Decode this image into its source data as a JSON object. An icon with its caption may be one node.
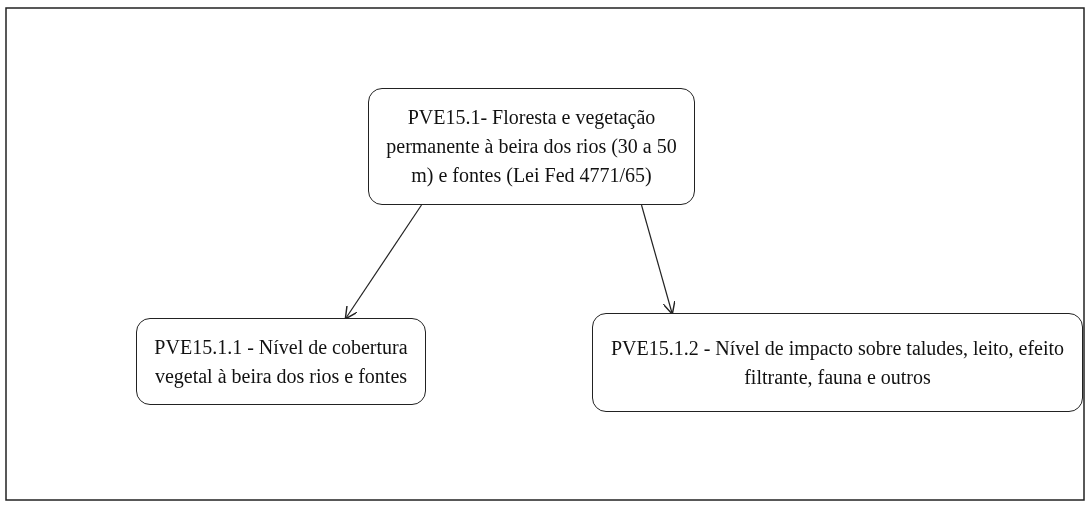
{
  "diagram": {
    "nodes": [
      {
        "text": [
          "PVE15.1- Floresta e vegetação permanente à beira dos rios (30 a 50 m) e fontes (Lei Fed 4771/65)"
        ]
      },
      {
        "text": [
          "PVE15.1.1 - Nível de cobertura vegetal à beira dos rios e fontes"
        ]
      },
      {
        "text": [
          "PVE15.1.2 - Nível de impacto sobre taludes, leito, efeito filtrante, fauna e outros"
        ]
      }
    ],
    "edges": [
      {
        "from": 0,
        "to": 1,
        "arrow": "to"
      },
      {
        "from": 0,
        "to": 2,
        "arrow": "to"
      }
    ]
  }
}
